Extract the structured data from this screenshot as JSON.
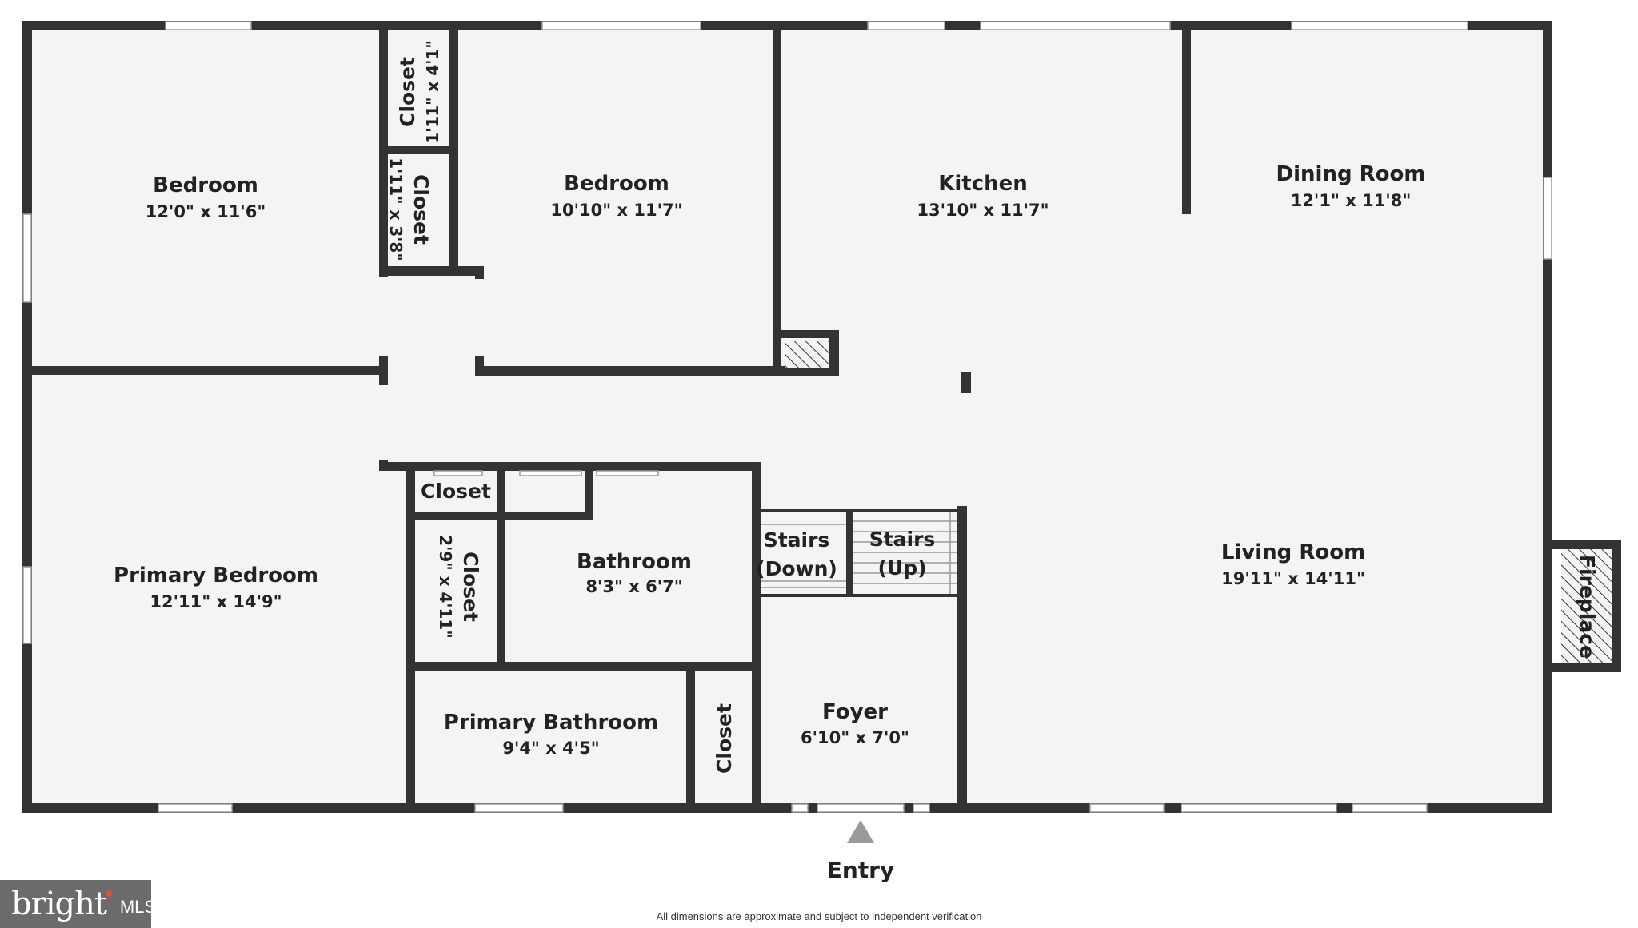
{
  "rooms": {
    "bedroom_1": {
      "name": "Bedroom",
      "dims": "12'0\" x 11'6\""
    },
    "closet_1": {
      "name": "Closet",
      "dims": "1'11\" x 4'1\""
    },
    "closet_2": {
      "name": "Closet",
      "dims": "1'11\" x 3'8\""
    },
    "bedroom_2": {
      "name": "Bedroom",
      "dims": "10'10\" x 11'7\""
    },
    "kitchen": {
      "name": "Kitchen",
      "dims": "13'10\" x 11'7\""
    },
    "dining_room": {
      "name": "Dining Room",
      "dims": "12'1\" x 11'8\""
    },
    "primary_bedroom": {
      "name": "Primary Bedroom",
      "dims": "12'11\" x 14'9\""
    },
    "closet_3": {
      "name": "Closet"
    },
    "closet_4": {
      "name": "Closet",
      "dims": "2'9\" x 4'11\""
    },
    "bathroom": {
      "name": "Bathroom",
      "dims": "8'3\" x 6'7\""
    },
    "stairs_down": {
      "line1": "Stairs",
      "line2": "(Down)"
    },
    "stairs_up": {
      "line1": "Stairs",
      "line2": "(Up)"
    },
    "living_room": {
      "name": "Living Room",
      "dims": "19'11\" x 14'11\""
    },
    "fireplace": {
      "name": "Fireplace"
    },
    "primary_bathroom": {
      "name": "Primary Bathroom",
      "dims": "9'4\" x 4'5\""
    },
    "closet_5": {
      "name": "Closet"
    },
    "foyer": {
      "name": "Foyer",
      "dims": "6'10\" x 7'0\""
    }
  },
  "entry": {
    "label": "Entry"
  },
  "disclaimer": "All dimensions are approximate and subject to independent verification",
  "logo": {
    "brand": "bright",
    "suffix": "MLS"
  },
  "colors": {
    "wall": "#333333",
    "floor": "#f4f4f4",
    "background": "#ffffff",
    "logo_bg": "#6b6b6b",
    "logo_accent": "#e0502f"
  }
}
